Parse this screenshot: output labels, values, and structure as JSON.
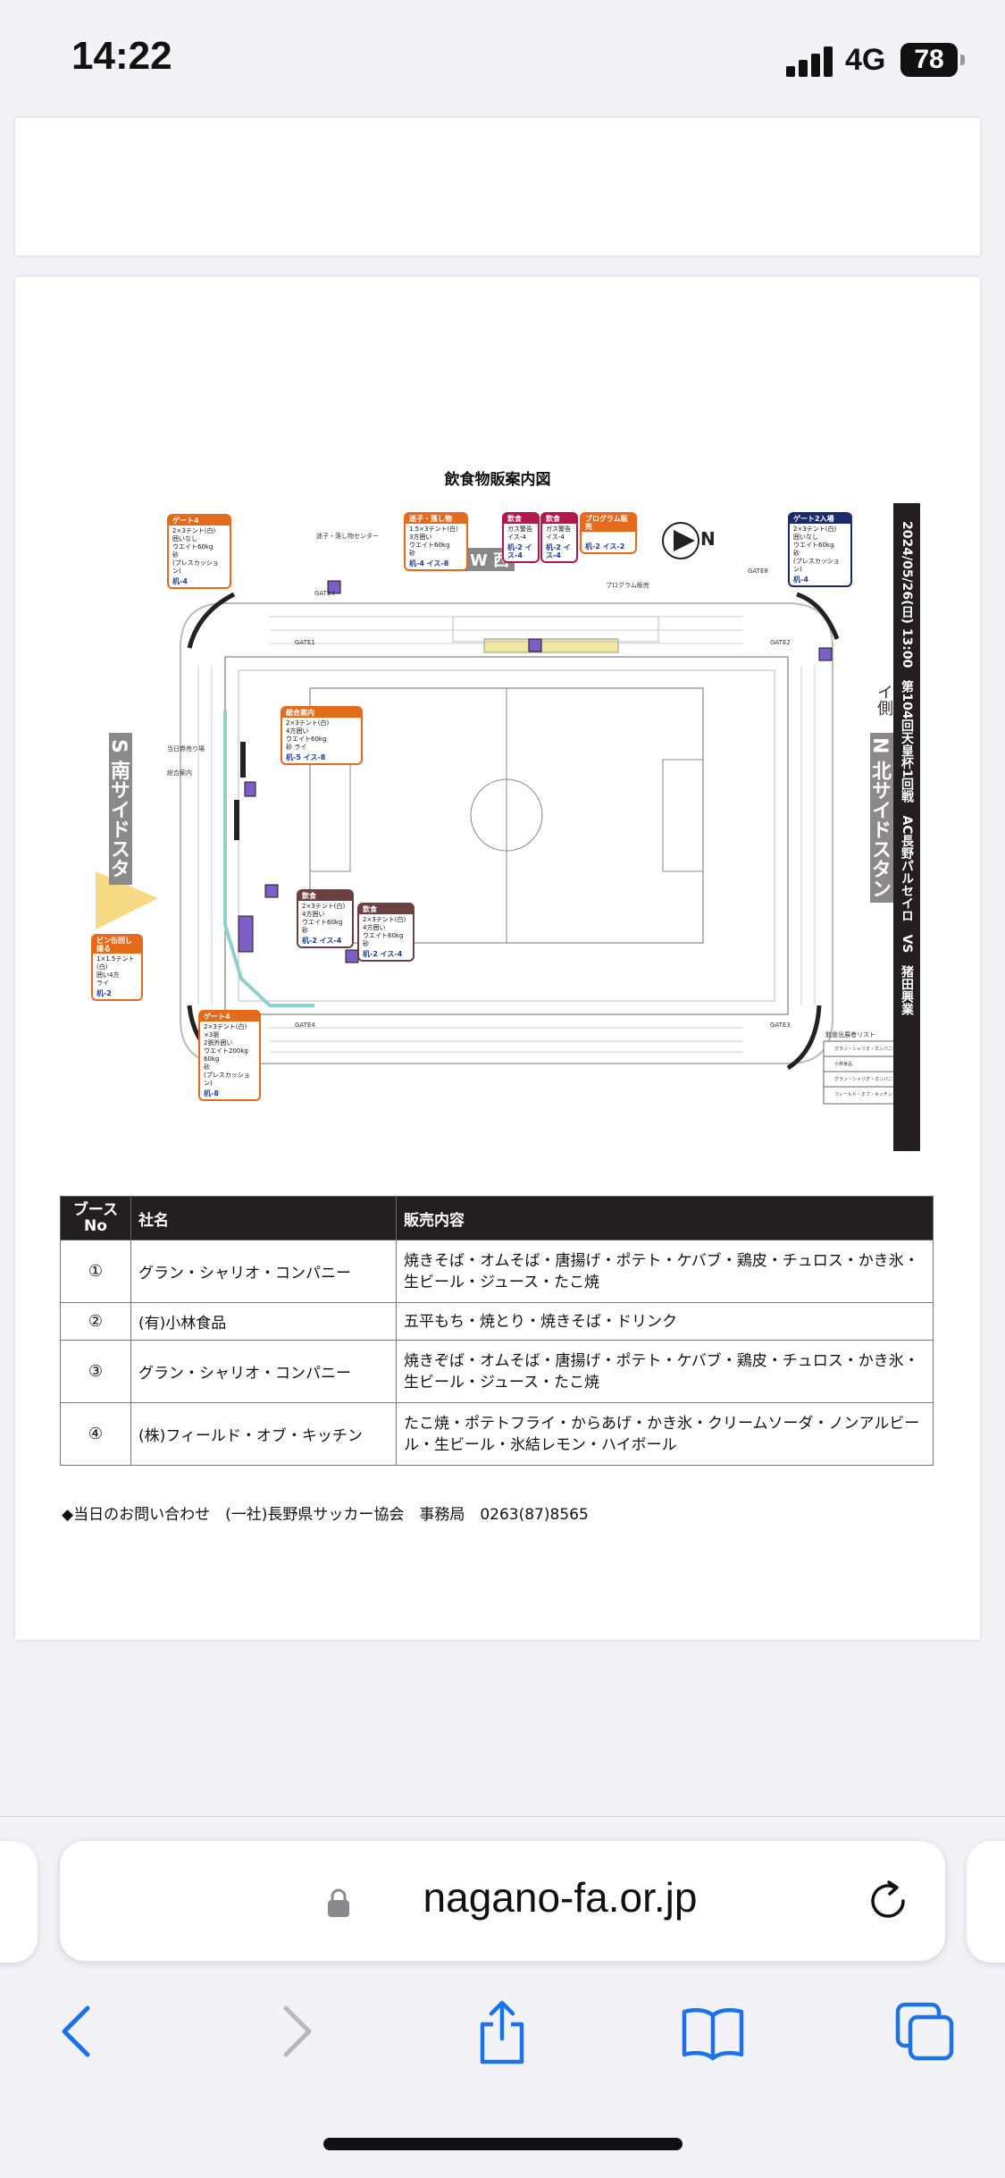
{
  "status": {
    "time": "14:22",
    "network": "4G",
    "battery": "78"
  },
  "map": {
    "title": "飲食物販案内図",
    "event": "2024/05/26(日) 13:00　第104回天皇杯1回戦　AC長野パルセイロ　VS　猪田興業",
    "west_label": "W 西",
    "north_mark": "N",
    "south_stand": "S 南サイドスタンド",
    "north_stand": "N 北サイドスタンド",
    "north_side_mark": "イ側",
    "gates": [
      "GATE1",
      "GATE2",
      "GATE3",
      "GATE4",
      "GATE4",
      "GATE8"
    ],
    "callouts": {
      "gate4": {
        "head": "ゲート4",
        "body": [
          "2×3テント(白)",
          "囲いなし",
          "ウエイト60kg",
          "砂",
          "(プレスカッション)"
        ],
        "foot": "机-4"
      },
      "lost": {
        "head": "迷子・落し物",
        "body": [
          "1.5×3テント(白)",
          "3方囲い",
          "ウエイト60kg",
          "砂"
        ],
        "foot": "机-4 イス-8"
      },
      "food1": {
        "head": "飲食",
        "body": [
          "ガス警告",
          "イス-4"
        ],
        "foot": "机-2 イス-4"
      },
      "food2": {
        "head": "飲食",
        "body": [
          "ガス警告",
          "イス-4"
        ],
        "foot": "机-2 イス-4"
      },
      "program": {
        "head": "プログラム販売",
        "body": [],
        "foot": "机-2 イス-2"
      },
      "gate2": {
        "head": "ゲート2入場",
        "body": [
          "2×3テント(白)",
          "囲いなし",
          "ウエイト60kg",
          "砂",
          "(プレスカッション)"
        ],
        "foot": "机-4"
      },
      "guide": {
        "head": "総合案内",
        "body": [
          "2×3テント(白)",
          "4方囲い",
          "ウエイト60kg",
          "砂 ライ"
        ],
        "foot": "机-5 イス-8"
      },
      "food3": {
        "head": "飲食",
        "body": [
          "2×3テント(白)",
          "4方囲い",
          "ウエイト60kg",
          "砂"
        ],
        "foot": "机-2 イス-4"
      },
      "food4": {
        "head": "飲食",
        "body": [
          "2×3テント(白)",
          "4方囲い",
          "ウエイト60kg",
          "砂"
        ],
        "foot": "机-2 イス-4"
      },
      "bin": {
        "head": "ビン缶回し撮る",
        "body": [
          "1×1.5テント(白)",
          "囲い4方",
          "ライ"
        ],
        "foot": "机-2"
      },
      "gate4b": {
        "head": "ゲート4",
        "body": [
          "2×3テント(白)",
          "×3張",
          "2張外囲い",
          "ウエイト200kg",
          "60kg",
          "砂",
          "(プレスカッション)"
        ],
        "foot": "机-8"
      }
    },
    "notes": {
      "lost_center": "迷子・落し物センター",
      "program_sale": "プログラム販売",
      "same_day": "当日券売り場",
      "general": "総合案内"
    },
    "legend_title": "飲食出展者リスト",
    "legend_rows": [
      "グラン・シャリオ・カンパニー",
      "小林食品",
      "グラン・シャリオ・カンパニー",
      "フィールド・オブ・キッチン"
    ]
  },
  "table": {
    "headers": [
      "ブース\nNo",
      "社名",
      "販売内容"
    ],
    "rows": [
      {
        "no": "①",
        "company": "グラン・シャリオ・コンパニー",
        "items": "焼きそば・オムそば・唐揚げ・ポテト・ケバブ・鶏皮・チュロス・かき氷・生ビール・ジュース・たこ焼"
      },
      {
        "no": "②",
        "company": "(有)小林食品",
        "items": "五平もち・焼とり・焼きそば・ドリンク"
      },
      {
        "no": "③",
        "company": "グラン・シャリオ・コンパニー",
        "items": "焼きぞば・オムそば・唐揚げ・ポテト・ケバブ・鶏皮・チュロス・かき氷・生ビール・ジュース・たこ焼"
      },
      {
        "no": "④",
        "company": "(株)フィールド・オブ・キッチン",
        "items": "たこ焼・ポテトフライ・からあげ・かき氷・クリームソーダ・ノンアルビール・生ビール・氷結レモン・ハイボール"
      }
    ]
  },
  "contact": "◆当日のお問い合わせ　(一社)長野県サッカー協会　事務局　0263(87)8565",
  "browser": {
    "url": "nagano-fa.or.jp"
  },
  "icons": [
    "lock-icon",
    "reload-icon",
    "back-icon",
    "forward-icon",
    "share-icon",
    "bookmarks-icon",
    "tabs-icon",
    "signal-icon",
    "battery-icon"
  ]
}
